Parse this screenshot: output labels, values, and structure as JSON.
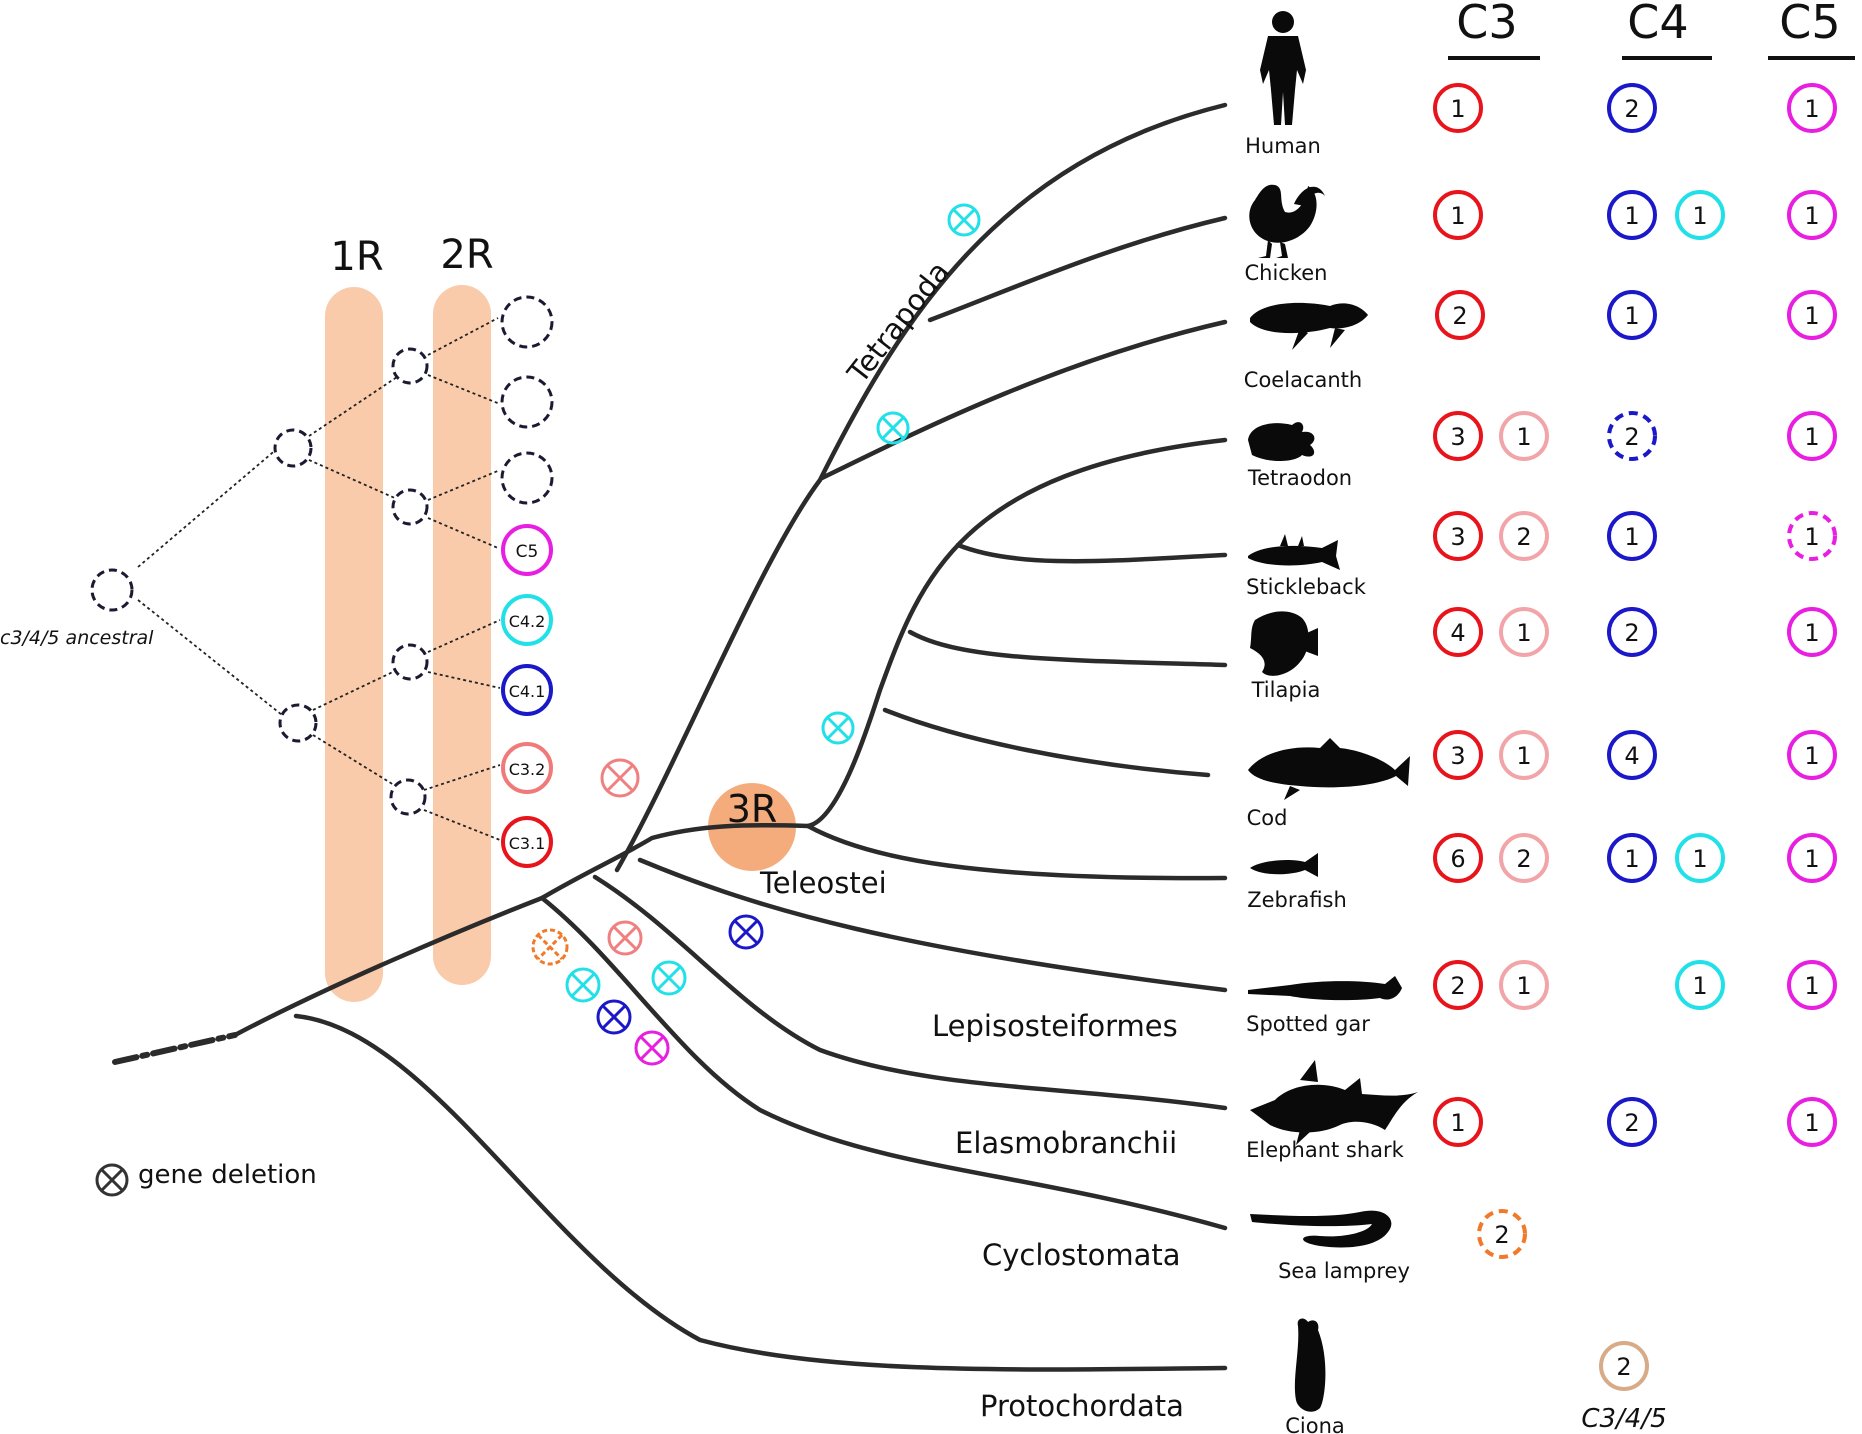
{
  "rounds": {
    "r1": "1R",
    "r2": "2R",
    "r3": "3R"
  },
  "ancestral_label": "c3/4/5 ancestral",
  "legend": {
    "label": "gene deletion"
  },
  "paralogs": [
    "C5",
    "C4.2",
    "C4.1",
    "C3.2",
    "C3.1"
  ],
  "clades": [
    "Tetrapoda",
    "Teleostei",
    "Lepisosteiformes",
    "Elasmobranchii",
    "Cyclostomata",
    "Protochordata"
  ],
  "columns": [
    "C3",
    "C4",
    "C5"
  ],
  "species": [
    "Human",
    "Chicken",
    "Coelacanth",
    "Tetraodon",
    "Stickleback",
    "Tilapia",
    "Cod",
    "Zebrafish",
    "Spotted gar",
    "Elephant shark",
    "Sea lamprey",
    "Ciona"
  ],
  "counts": {
    "human": {
      "c3a": "1",
      "c4a": "2",
      "c5": "1"
    },
    "chicken": {
      "c3a": "1",
      "c4a": "1",
      "c4b": "1",
      "c5": "1"
    },
    "coelacanth": {
      "c3a": "2",
      "c4a": "1",
      "c5": "1"
    },
    "tetraodon": {
      "c3a": "3",
      "c3b": "1",
      "c4a": "2",
      "c5": "1"
    },
    "stickleback": {
      "c3a": "3",
      "c3b": "2",
      "c4a": "1",
      "c5": "1"
    },
    "tilapia": {
      "c3a": "4",
      "c3b": "1",
      "c4a": "2",
      "c5": "1"
    },
    "cod": {
      "c3a": "3",
      "c3b": "1",
      "c4a": "4",
      "c5": "1"
    },
    "zebrafish": {
      "c3a": "6",
      "c3b": "2",
      "c4a": "1",
      "c4b": "1",
      "c5": "1"
    },
    "spotted_gar": {
      "c3a": "2",
      "c3b": "1",
      "c4b": "1",
      "c5": "1"
    },
    "elephant_shark": {
      "c3a": "1",
      "c4a": "2",
      "c5": "1"
    },
    "sea_lamprey": {
      "c3a": "2"
    },
    "ciona": {
      "c345": "2"
    }
  },
  "ciona_label": "C3/4/5",
  "colors": {
    "c3": "#e8141c",
    "c3b": "#f2a5a8",
    "c4": "#1a18c8",
    "c4b": "#22e0e8",
    "c5": "#e81ee0",
    "lamprey": "#f07a2a",
    "ciona": "#d8ab88",
    "deletion_c3b": "#f08080"
  }
}
